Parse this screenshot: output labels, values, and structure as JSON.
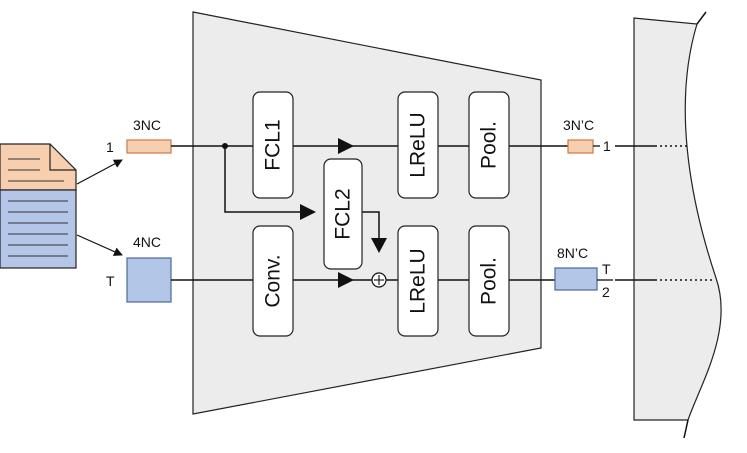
{
  "colors": {
    "panel_fill": "#ececec",
    "orange_fill": "#f8cfae",
    "orange_stroke": "#c97a45",
    "blue_fill": "#b3c6e7",
    "blue_stroke": "#4a6a9a",
    "line": "#111111"
  },
  "icons": {
    "document": "document-icon",
    "adder": "sum-node-icon"
  },
  "labels": {
    "top_input_dim": "3NC",
    "top_input_index": "1",
    "bottom_input_dim": "4NC",
    "bottom_input_index": "T",
    "top_output_dim": "3N’C",
    "top_output_index": "1",
    "bottom_output_dim": "8N’C",
    "bottom_output_num": "T",
    "bottom_output_den": "2"
  },
  "blocks": {
    "fcl1": "FCL1",
    "fcl2": "FCL2",
    "lrelu_top": "LReLU",
    "lrelu_bottom": "LReLU",
    "pool_top": "Pool.",
    "pool_bottom": "Pool.",
    "conv": "Conv."
  }
}
